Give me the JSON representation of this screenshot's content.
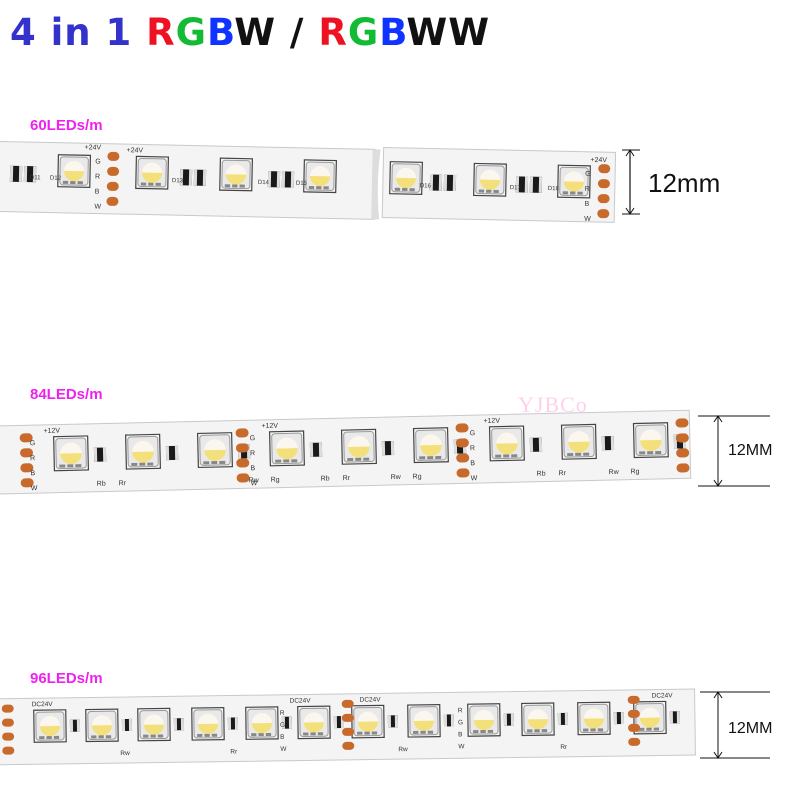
{
  "headline": {
    "parts": [
      {
        "text": "4 in 1 ",
        "color": "#3333cc"
      },
      {
        "text": "R",
        "color": "#ee1122"
      },
      {
        "text": "G",
        "color": "#11bb33"
      },
      {
        "text": "B",
        "color": "#1133ff"
      },
      {
        "text": "W / ",
        "color": "#111111"
      },
      {
        "text": "R",
        "color": "#ee1122"
      },
      {
        "text": "G",
        "color": "#11bb33"
      },
      {
        "text": "B",
        "color": "#1133ff"
      },
      {
        "text": "WW",
        "color": "#111111"
      }
    ]
  },
  "strips": [
    {
      "density_label": "60LEDs/m",
      "width_label": "12mm",
      "silkscreen": {
        "voltage": "+24V",
        "pins": [
          "G",
          "R",
          "B",
          "W"
        ],
        "resistor_ids": [
          "D11",
          "D12",
          "D13",
          "D14",
          "D15",
          "D16",
          "D17",
          "D18"
        ]
      }
    },
    {
      "density_label": "84LEDs/m",
      "width_label": "12MM",
      "silkscreen": {
        "voltage": "+12V",
        "pins": [
          "G",
          "R",
          "B",
          "W"
        ],
        "resistor_ids": [
          "Rb",
          "Rr",
          "Rw",
          "Rg"
        ]
      }
    },
    {
      "density_label": "96LEDs/m",
      "width_label": "12MM",
      "silkscreen": {
        "voltage": "DC24V",
        "pins": [
          "R",
          "G",
          "B",
          "W"
        ],
        "resistor_ids": [
          "Rw",
          "Rr"
        ]
      }
    }
  ],
  "watermark": "YJBCo",
  "colors": {
    "pcb": "#f4f4f4",
    "pcb_edge": "#c9c9c9",
    "copper_pad": "#c86a2c",
    "led_white": "#fbf7ef",
    "led_yellow": "#f3e07a",
    "resistor_body": "#1a1a1a",
    "accent_magenta": "#ee22ee"
  }
}
